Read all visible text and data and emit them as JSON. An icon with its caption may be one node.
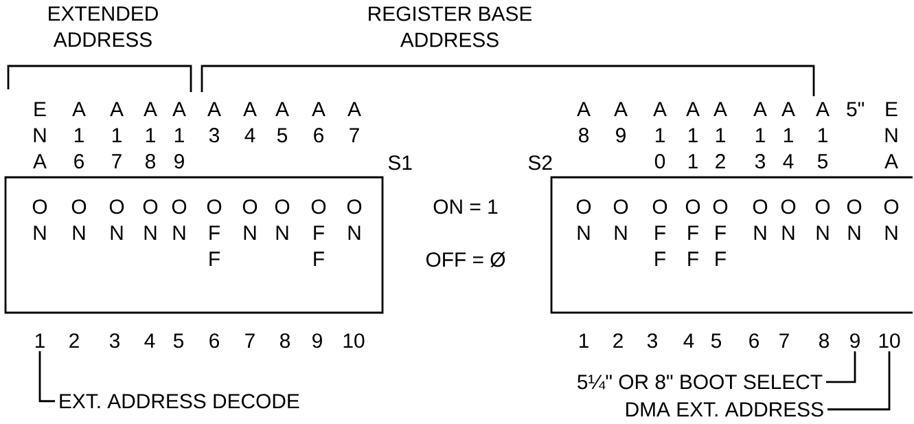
{
  "diagram": {
    "nodes": [
      {
        "text": [
          "O N",
          "O N",
          "O N",
          "O N",
          "O N",
          "O F F",
          "O N",
          "O N",
          "O F F",
          "O N"
        ],
        "beside": [
          "S1"
        ]
      },
      {
        "text": [
          "O N",
          "O N",
          "O F F",
          "O F F",
          "O F F",
          "O N",
          "O N",
          "O N",
          "O N",
          "O N"
        ],
        "beside": [
          "S2"
        ]
      },
      {
        "text": [
          "1"
        ]
      },
      {
        "text": [
          "9"
        ]
      },
      {
        "text": [
          "10"
        ]
      },
      {
        "text": [
          "EXT. ADDRESS DECODE"
        ]
      },
      {
        "text": [
          "5¼\" OR 8\" BOOT SELECT"
        ]
      },
      {
        "text": [
          "DMA EXT. ADDRESS"
        ]
      }
    ],
    "edges": [
      {
        "from": 5,
        "to": 2,
        "arrow": "none"
      },
      {
        "from": 6,
        "to": 3,
        "arrow": "none"
      },
      {
        "from": 7,
        "to": 4,
        "arrow": "none"
      }
    ],
    "labels": [
      "EXTENDED ADDRESS",
      "REGISTER BASE ADDRESS",
      "E N A",
      "A 1 6",
      "A 1 7",
      "A 1 8",
      "A 1 9",
      "A 3",
      "A 4",
      "A 5",
      "A 6",
      "A 7",
      "A 8",
      "A 9",
      "A 1 0",
      "A 1 1",
      "A 1 2",
      "A 1 3",
      "A 1 4",
      "A 1 5",
      "5\"",
      "E N A",
      "ON = 1",
      "OFF = Ø",
      "2",
      "3",
      "4",
      "5",
      "6",
      "7",
      "8",
      "9",
      "10",
      "1",
      "2",
      "3",
      "4",
      "5",
      "6",
      "7",
      "8"
    ]
  }
}
